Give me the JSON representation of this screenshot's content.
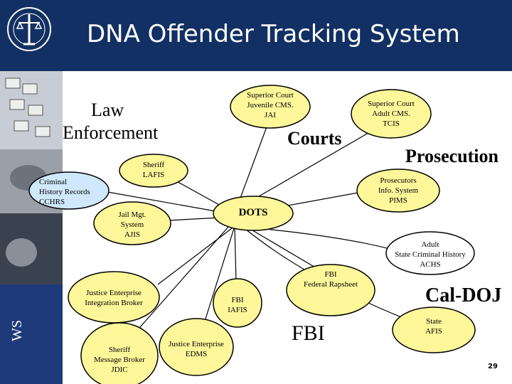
{
  "title": "DNA Offender Tracking System",
  "page_number": "29",
  "colors": {
    "header": "#123063",
    "yellow_node": "#fdf79a",
    "blue_node": "#cfe8fb",
    "lines": "#000000"
  },
  "group_labels": {
    "law_enforcement": [
      "Law",
      "Enforcement"
    ],
    "courts": "Courts",
    "prosecution": "Prosecution",
    "cal_doj": "Cal-DOJ",
    "fbi": "FBI"
  },
  "nodes": {
    "superior_court_juvenile": [
      "Superior Court",
      "Juvenile CMS.",
      "JAI"
    ],
    "superior_court_adult": [
      "Superior Court",
      "Adult CMS.",
      "TCIS"
    ],
    "sheriff_lafis": [
      "Sheriff",
      "LAFIS"
    ],
    "criminal_history": [
      "Criminal",
      "History Records",
      "CCHRS"
    ],
    "prosecutors_info": [
      "Prosecutors",
      "Info. System",
      "PIMS"
    ],
    "dots": "DOTS",
    "jail_mgt": [
      "Jail Mgt.",
      "System",
      "AJIS"
    ],
    "adult_state_criminal": [
      "Adult",
      "State Criminal History",
      "ACHS"
    ],
    "justice_integration": [
      "Justice Enterprise",
      "Integration Broker"
    ],
    "fbi_iafis": [
      "FBI",
      "IAFIS"
    ],
    "fbi_rapsheet": [
      "FBI",
      "Federal Rapsheet"
    ],
    "state_afis": [
      "State",
      "AFIS"
    ],
    "sheriff_message_broker": [
      "Sheriff",
      "Message Broker",
      "JDIC"
    ],
    "justice_edms": [
      "Justice Enterprise",
      "EDMS"
    ]
  }
}
